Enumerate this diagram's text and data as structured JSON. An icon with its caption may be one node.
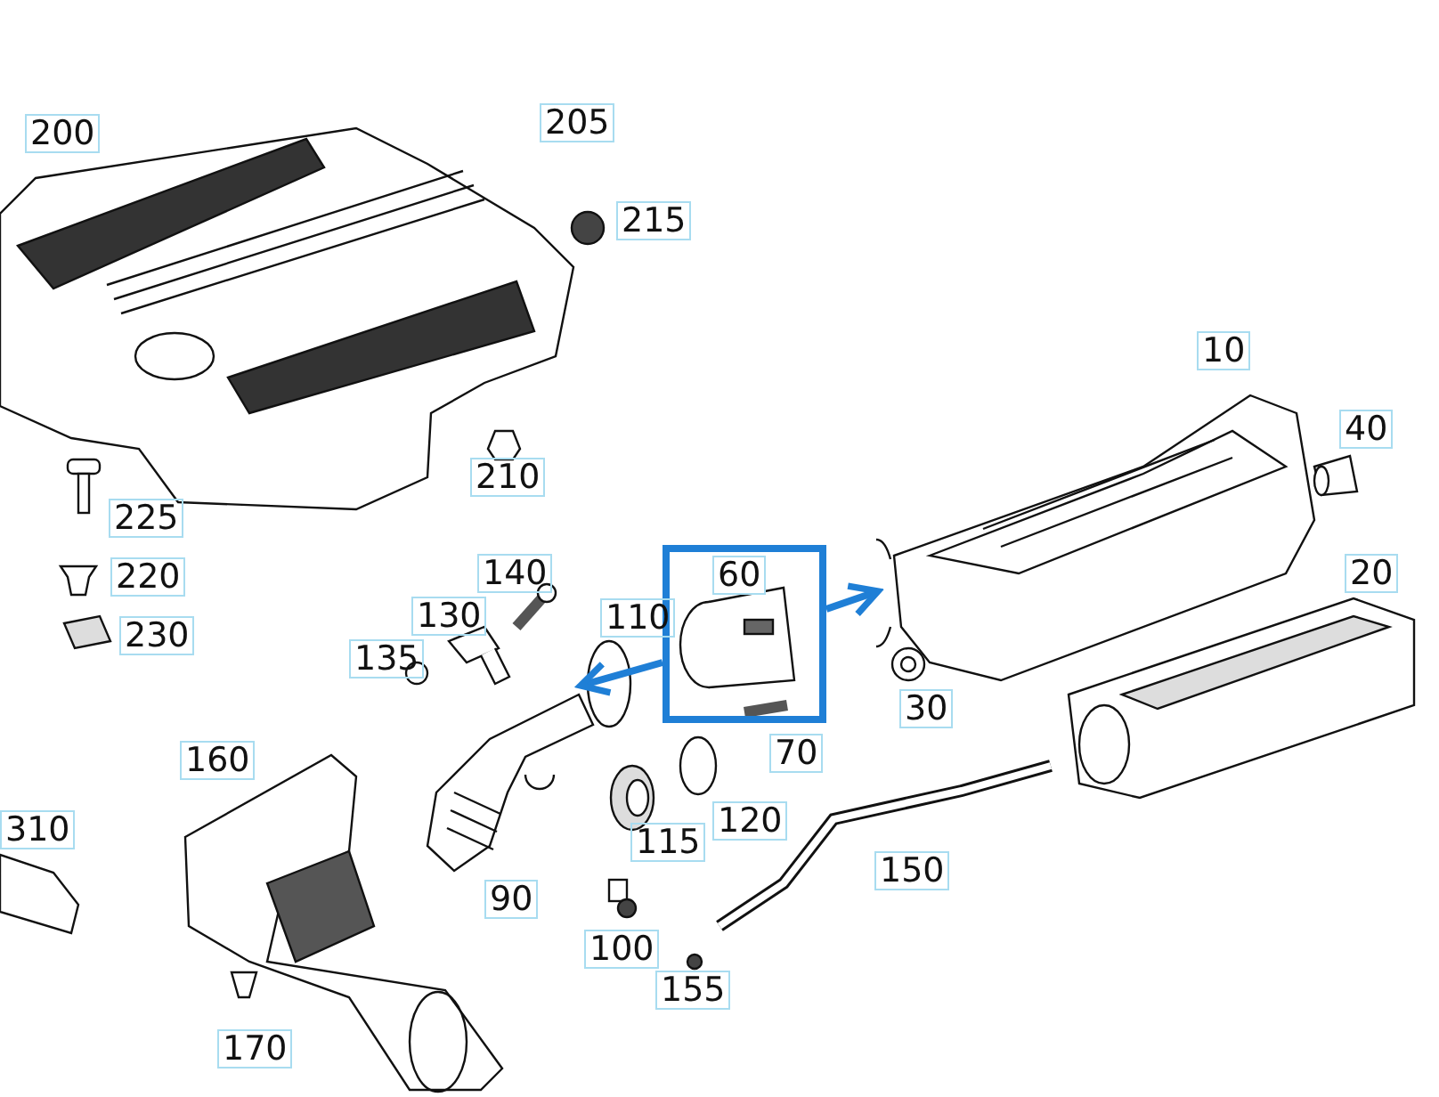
{
  "diagram": {
    "nodes": [
      {
        "text": [
          "60"
        ]
      },
      {
        "text": [],
        "shape": "picture",
        "beside": [
          "10"
        ]
      },
      {
        "text": [],
        "shape": "picture",
        "beside": [
          "90"
        ]
      }
    ],
    "edges": [
      {
        "from": 0,
        "to": 1,
        "arrow": "to"
      },
      {
        "from": 0,
        "to": 2,
        "arrow": "to"
      }
    ],
    "labels": [
      "205",
      "200",
      "215",
      "40",
      "210",
      "225",
      "140",
      "20",
      "220",
      "130",
      "110",
      "230",
      "135",
      "30",
      "70",
      "160",
      "120",
      "310",
      "115",
      "150",
      "100",
      "155",
      "170"
    ]
  }
}
